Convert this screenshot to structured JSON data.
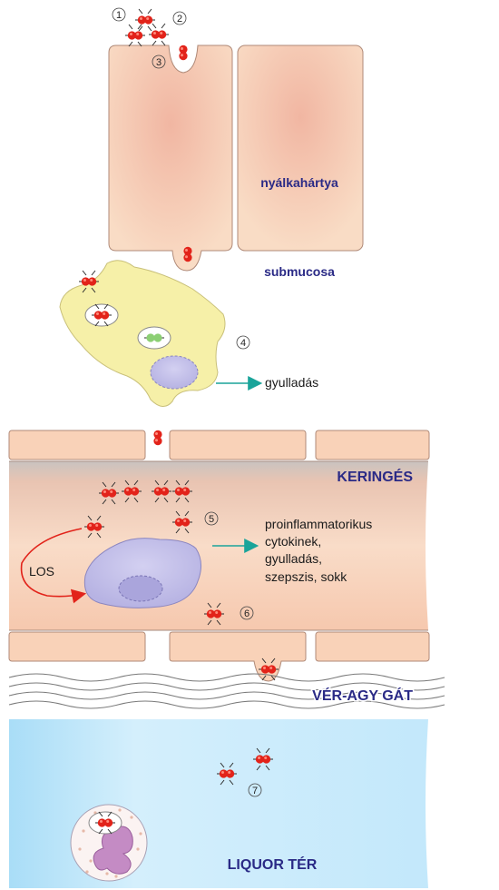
{
  "labels": {
    "mucosa": "nyálkahártya",
    "submucosa": "submucosa",
    "inflammation_1": "gyulladás",
    "circulation": "KERINGÉS",
    "los": "LOS",
    "effects": [
      "proinflammatorikus",
      "cytokinek,",
      "gyulladás,",
      "szepszis, sokk"
    ],
    "bbb": "VÉR-AGY GÁT",
    "csf": "LIQUOR TÉR"
  },
  "steps": [
    "1",
    "2",
    "3",
    "4",
    "5",
    "6",
    "7"
  ],
  "colors": {
    "cell": "#f8d6bd",
    "cell_center": "#f1b6a2",
    "macrophage": "#f6f0a8",
    "monocyte": "#c6c3ec",
    "vessel_wall": "#f6cdb0",
    "csf": "#cfeefd",
    "bacteria": "#e2231a",
    "arrow_teal": "#1aa49a",
    "arrow_red": "#e2231a",
    "label_blue": "#2a2a86"
  },
  "icons": [
    "circle-number-icon",
    "diplococcus-icon",
    "arrow-right-icon",
    "curved-arrow-icon",
    "neutrophil-icon"
  ]
}
